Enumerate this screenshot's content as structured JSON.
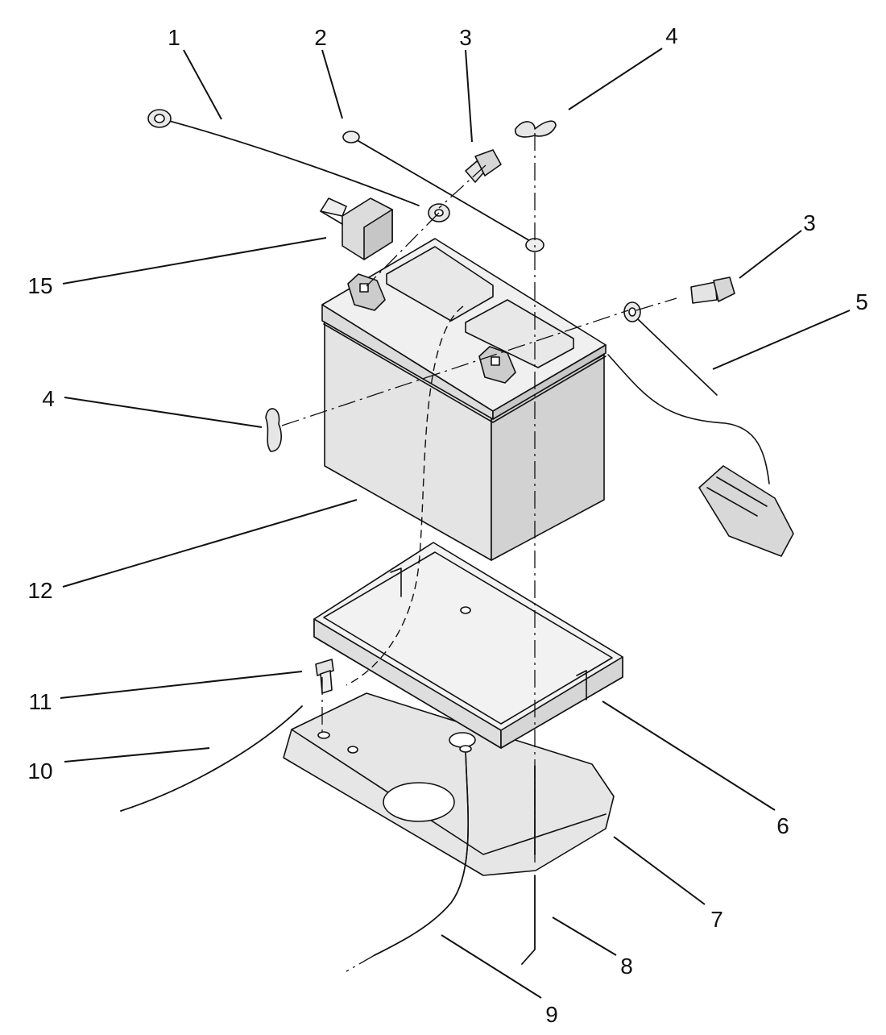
{
  "diagram": {
    "colors": {
      "background": "#ffffff",
      "line": "#111111",
      "part_fill": "#e0e0e0",
      "part_light": "#ececec",
      "part_dark": "#cfcfcf"
    },
    "callouts": [
      {
        "id": "c1",
        "label": "1"
      },
      {
        "id": "c2",
        "label": "2"
      },
      {
        "id": "c3a",
        "label": "3"
      },
      {
        "id": "c4a",
        "label": "4"
      },
      {
        "id": "c3b",
        "label": "3"
      },
      {
        "id": "c5",
        "label": "5"
      },
      {
        "id": "c15",
        "label": "15"
      },
      {
        "id": "c4b",
        "label": "4"
      },
      {
        "id": "c12",
        "label": "12"
      },
      {
        "id": "c11",
        "label": "11"
      },
      {
        "id": "c10",
        "label": "10"
      },
      {
        "id": "c6",
        "label": "6"
      },
      {
        "id": "c7",
        "label": "7"
      },
      {
        "id": "c8",
        "label": "8"
      },
      {
        "id": "c9",
        "label": "9"
      }
    ]
  }
}
